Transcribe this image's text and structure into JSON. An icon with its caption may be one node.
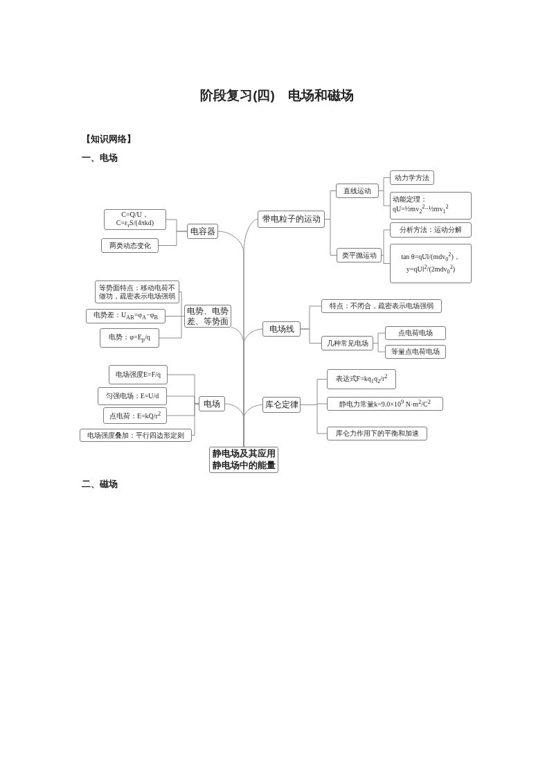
{
  "diagram": {
    "title": "阶段复习(四)　电场和磁场",
    "nodes": [
      {
        "text": [
          "静电场及其应用静电场中的能量"
        ]
      },
      {
        "text": [
          "电容器"
        ]
      },
      {
        "text": [
          "C=Q/U，C=ε$_{r}$S/(4πkd)"
        ]
      },
      {
        "text": [
          "两类动态变化"
        ]
      },
      {
        "text": [
          "带电粒子的运动"
        ]
      },
      {
        "text": [
          "直线运动"
        ]
      },
      {
        "text": [
          "动力学方法"
        ]
      },
      {
        "text": [
          "动能定理：",
          "qU=½mv$_{2}$$^{2}$−½mv$_{1}$$^{2}$"
        ]
      },
      {
        "text": [
          "类平抛运动"
        ]
      },
      {
        "text": [
          "分析方法：运动分解"
        ]
      },
      {
        "text": [
          "tan θ=qUl/(mdv$_{0}$$^{2}$)，",
          "y=qUl$^{2}$/(2mdv$_{0}$$^{2}$)"
        ]
      },
      {
        "text": [
          "电势、电势差、等势面"
        ]
      },
      {
        "text": [
          "等势面特点：移动电荷不做功，疏密表示电场强弱"
        ]
      },
      {
        "text": [
          "电势差：U$_{AB}$=φ$_{A}$−φ$_{B}$"
        ]
      },
      {
        "text": [
          "电势：φ=E$_{p}$/q"
        ]
      },
      {
        "text": [
          "电场线"
        ]
      },
      {
        "text": [
          "特点：不闭合，疏密表示电场强弱"
        ]
      },
      {
        "text": [
          "几种常见电场"
        ]
      },
      {
        "text": [
          "点电荷电场"
        ]
      },
      {
        "text": [
          "等量点电荷电场"
        ]
      },
      {
        "text": [
          "电场"
        ]
      },
      {
        "text": [
          "电场强度E=F/q"
        ]
      },
      {
        "text": [
          "匀强电场：E=U/d"
        ]
      },
      {
        "text": [
          "点电荷：E=kQ/r$^{2}$"
        ]
      },
      {
        "text": [
          "电场强度叠加：平行四边形定则"
        ]
      },
      {
        "text": [
          "库仑定律"
        ]
      },
      {
        "text": [
          "表达式F=kq$_{1}$q$_{2}$/r$^{2}$"
        ]
      },
      {
        "text": [
          "静电力常量k=9.0×10$^{9}$ N·m$^{2}$/C$^{2}$"
        ]
      },
      {
        "text": [
          "库仑力作用下的平衡和加速"
        ]
      }
    ],
    "edges": [
      {
        "from": 0,
        "to": 1,
        "arrow": "none"
      },
      {
        "from": 0,
        "to": 4,
        "arrow": "none"
      },
      {
        "from": 0,
        "to": 11,
        "arrow": "none"
      },
      {
        "from": 0,
        "to": 15,
        "arrow": "none"
      },
      {
        "from": 0,
        "to": 20,
        "arrow": "none"
      },
      {
        "from": 0,
        "to": 25,
        "arrow": "none"
      },
      {
        "from": 1,
        "to": 2,
        "arrow": "none"
      },
      {
        "from": 1,
        "to": 3,
        "arrow": "none"
      },
      {
        "from": 4,
        "to": 5,
        "arrow": "none"
      },
      {
        "from": 4,
        "to": 8,
        "arrow": "none"
      },
      {
        "from": 5,
        "to": 6,
        "arrow": "none"
      },
      {
        "from": 5,
        "to": 7,
        "arrow": "none"
      },
      {
        "from": 8,
        "to": 9,
        "arrow": "none"
      },
      {
        "from": 8,
        "to": 10,
        "arrow": "none"
      },
      {
        "from": 11,
        "to": 12,
        "arrow": "none"
      },
      {
        "from": 11,
        "to": 13,
        "arrow": "none"
      },
      {
        "from": 11,
        "to": 14,
        "arrow": "none"
      },
      {
        "from": 15,
        "to": 16,
        "arrow": "none"
      },
      {
        "from": 15,
        "to": 17,
        "arrow": "none"
      },
      {
        "from": 17,
        "to": 18,
        "arrow": "none"
      },
      {
        "from": 17,
        "to": 19,
        "arrow": "none"
      },
      {
        "from": 20,
        "to": 21,
        "arrow": "none"
      },
      {
        "from": 20,
        "to": 22,
        "arrow": "none"
      },
      {
        "from": 20,
        "to": 23,
        "arrow": "none"
      },
      {
        "from": 20,
        "to": 24,
        "arrow": "none"
      },
      {
        "from": 25,
        "to": 26,
        "arrow": "none"
      },
      {
        "from": 25,
        "to": 27,
        "arrow": "none"
      },
      {
        "from": 25,
        "to": 28,
        "arrow": "none"
      }
    ],
    "labels": [
      "【知识网络】",
      "一、电场",
      "二、磁场"
    ]
  }
}
